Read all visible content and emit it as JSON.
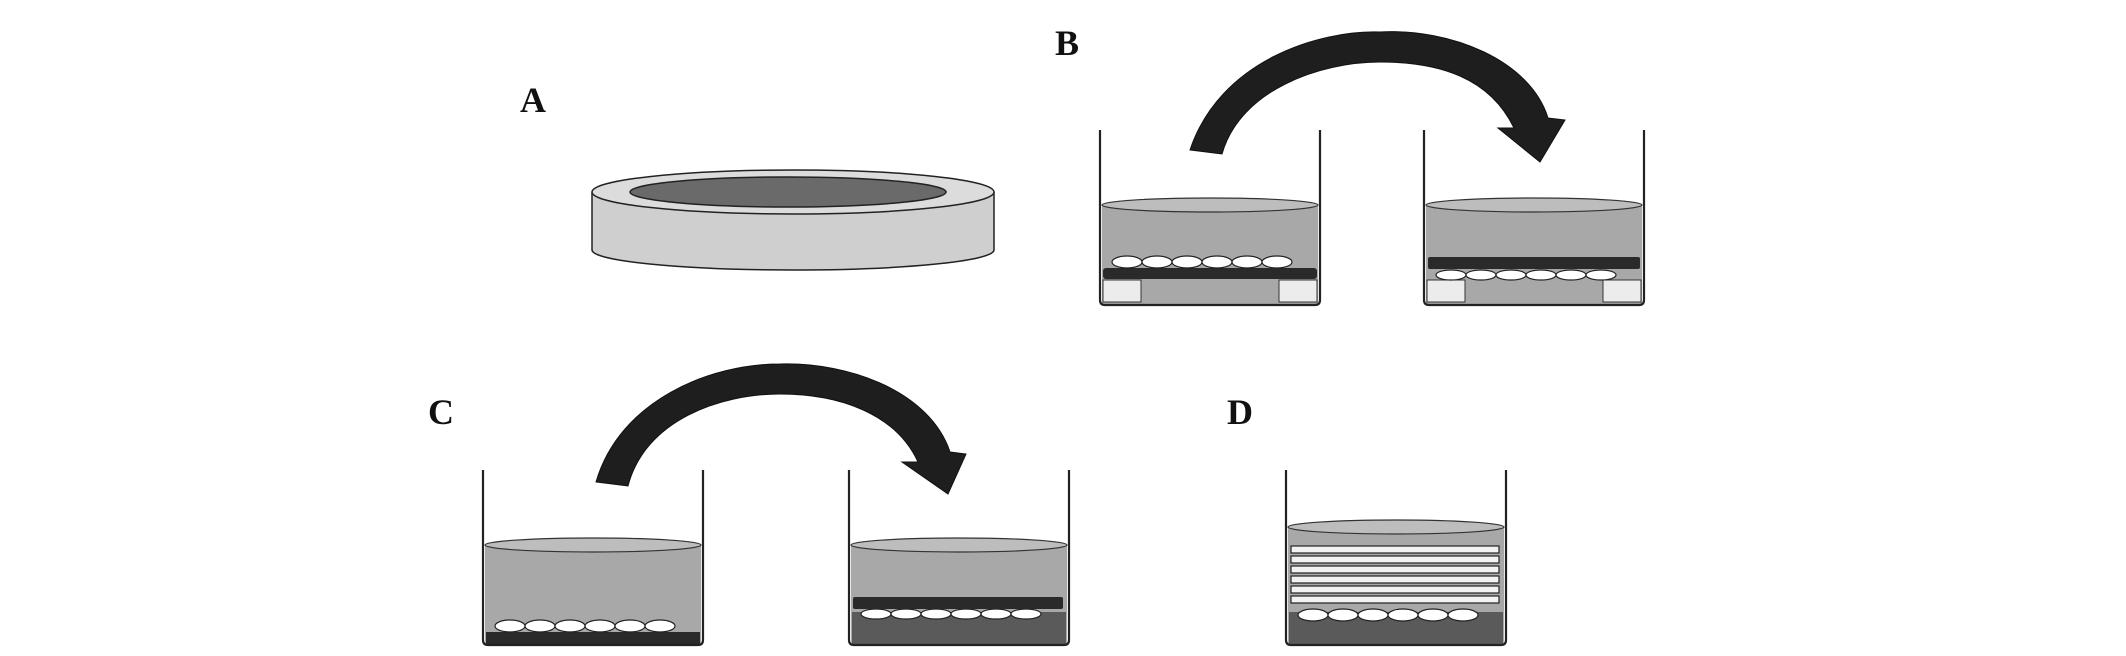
{
  "panels": [
    {
      "id": "A",
      "label": "A"
    },
    {
      "id": "B",
      "label": "B"
    },
    {
      "id": "C",
      "label": "C"
    },
    {
      "id": "D",
      "label": "D"
    }
  ],
  "colors": {
    "background": "#ffffff",
    "outline": "#222222",
    "liquid": "#a8a8a8",
    "liquid_surface": "#bdbdbd",
    "dark_layer": "#2a2a2a",
    "cells": "#ffffff",
    "disc_body": "#cfcfcf",
    "disc_recess": "#6a6a6a",
    "arrow": "#1e1e1e",
    "support": "#ececec",
    "stack_sheet": "#f2f2f2",
    "base_dark": "#5a5a5a"
  },
  "icons": {
    "transfer_arrow": "curved-arrow-icon"
  }
}
